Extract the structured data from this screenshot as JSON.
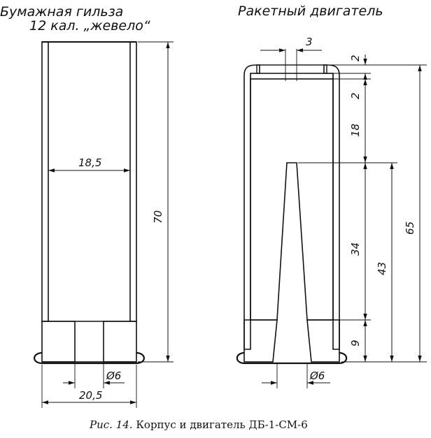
{
  "left_part": {
    "title_line1": "Бумажная гильза",
    "title_line2": "12 кал. „жевело“",
    "dims": {
      "inner_diameter": "18,5",
      "height": "70",
      "hole": "Ø6",
      "outer_diameter": "20,5"
    }
  },
  "right_part": {
    "title": "Ракетный двигатель",
    "dims": {
      "top_width": "3",
      "d1": "2",
      "d2": "2",
      "d3": "18",
      "d4": "34",
      "d5": "43",
      "d6": "65",
      "d7": "9",
      "nozzle": "Ø6"
    }
  },
  "caption": {
    "prefix": "Рис. 14.",
    "text": " Корпус и двигатель ДБ-1-СМ-6"
  }
}
